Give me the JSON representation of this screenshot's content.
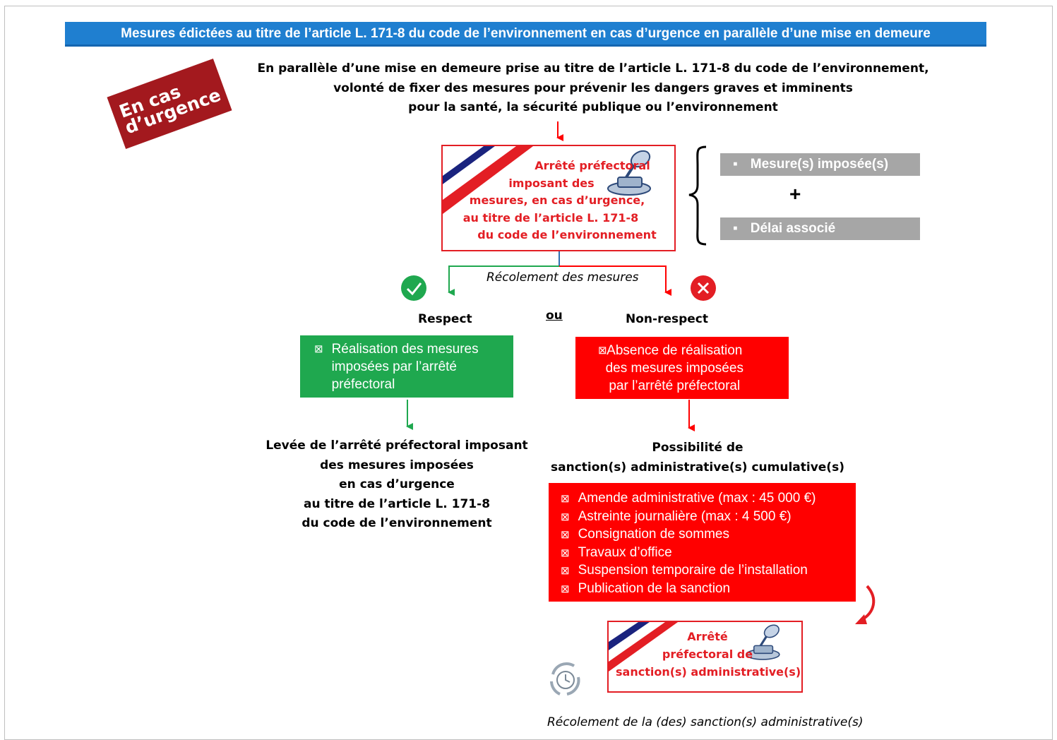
{
  "header": {
    "title": "Mesures édictées au titre de l’article L. 171-8 du code de l’environnement en cas d’urgence en parallèle d’une mise en demeure"
  },
  "badge": {
    "line1": "En cas",
    "line2": "d’urgence",
    "color": "#a3191e"
  },
  "intro": {
    "line1": "En parallèle d’une mise en demeure prise au titre de l’article L. 171-8 du code de l’environnement,",
    "line2": "volonté de fixer des mesures pour prévenir les dangers graves et imminents",
    "line3": "pour la santé, la sécurité publique ou l’environnement"
  },
  "arrete_main": {
    "line1": "Arrêté préfectoral",
    "line2": "imposant des",
    "line3": "mesures, en cas d’urgence,",
    "line4": "au titre de l’article L. 171-8",
    "line5": "du code de l’environnement"
  },
  "requirements": {
    "item1": "Mesure(s) imposée(s)",
    "plus": "+",
    "item2": "Délai associé",
    "bullet": "▪"
  },
  "recolement_mesures": "Récolement des mesures",
  "respect": {
    "label": "Respect",
    "box_line1": "Réalisation des mesures",
    "box_line2": "imposées par l’arrêté",
    "box_line3": "préfectoral",
    "result_line1": "Levée de l’arrêté préfectoral imposant",
    "result_line2": "des mesures imposées",
    "result_line3": "en cas d’urgence",
    "result_line4": "au titre de l’article L. 171-8",
    "result_line5": "du code de l’environnement"
  },
  "ou": "ou",
  "non_respect": {
    "label": "Non-respect",
    "box_line1": "Absence de réalisation",
    "box_line2": "des mesures imposées",
    "box_line3": "par l’arrêté préfectoral",
    "result_line1": "Possibilité de",
    "result_line2": "sanction(s) administrative(s) cumulative(s)"
  },
  "sanctions": [
    "Amende administrative (max : 45 000 €)",
    "Astreinte journalière (max : 4 500 €)",
    "Consignation de sommes",
    "Travaux d’office",
    "Suspension temporaire de l’installation",
    "Publication de la sanction"
  ],
  "checkbox_glyph": "⊠",
  "arrete_sanction": {
    "line1": "Arrêté",
    "line2": "préfectoral de",
    "line3": "sanction(s) administrative(s)"
  },
  "recolement_sanctions": "Récolement de la (des) sanction(s) administrative(s)",
  "colors": {
    "header_blue": "#1f7fd0",
    "red": "#ff0000",
    "arrete_red": "#e31e24",
    "green": "#1fa84f",
    "grey": "#a6a6a6"
  },
  "icons": [
    "check-circle-icon",
    "cross-circle-icon",
    "stamp-icon",
    "flag-stripes-icon",
    "cycle-clock-icon",
    "curved-arrow-icon"
  ]
}
